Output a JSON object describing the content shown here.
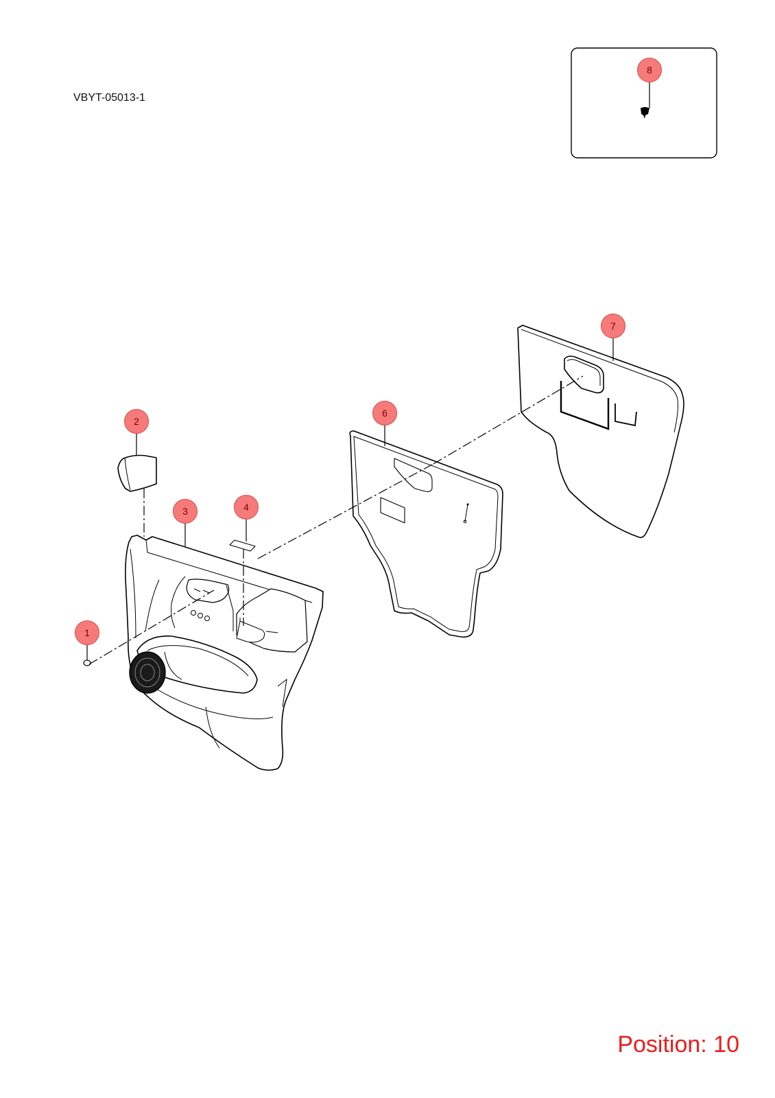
{
  "diagram_code": "VBYT-05013-1",
  "position_label": "Position: 10",
  "callouts": [
    {
      "num": "1",
      "part": "clip"
    },
    {
      "num": "2",
      "part": "cover-cap"
    },
    {
      "num": "3",
      "part": "door-trim-panel"
    },
    {
      "num": "4",
      "part": "pad"
    },
    {
      "num": "6",
      "part": "sealing-screen"
    },
    {
      "num": "7",
      "part": "insulator-panel"
    },
    {
      "num": "8",
      "part": "screw"
    }
  ],
  "colors": {
    "callout_fill": "#f77a7a",
    "callout_stroke": "#d94a4a",
    "position_text": "#ef1b1b",
    "line": "#000000"
  }
}
